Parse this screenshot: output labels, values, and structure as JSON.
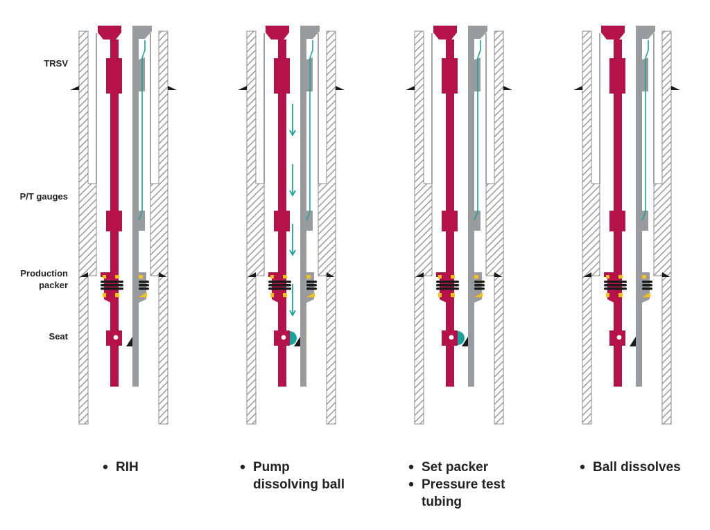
{
  "colors": {
    "tubing": "#b5124a",
    "casing": "#9a9b9e",
    "hatch": "#8b8b8b",
    "flow": "#1aa39a",
    "seal": "#f6c21a",
    "element": "#1a1a1a"
  },
  "side_labels": {
    "trsv": "TRSV",
    "gauges": "P/T gauges",
    "packer_line1": "Production",
    "packer_line2": "packer",
    "seat": "Seat"
  },
  "stages": [
    {
      "id": "rih",
      "lines": [
        "RIH"
      ],
      "ball": false,
      "arrows": false,
      "captions": [
        [
          "RIH"
        ]
      ]
    },
    {
      "id": "pump",
      "ball": true,
      "arrows": true,
      "captions": [
        [
          "Pump",
          "dissolving ball"
        ]
      ]
    },
    {
      "id": "set",
      "ball": true,
      "arrows": false,
      "captions": [
        [
          "Set packer"
        ],
        [
          "Pressure test",
          "tubing"
        ]
      ]
    },
    {
      "id": "dissolve",
      "ball": false,
      "arrows": false,
      "captions": [
        [
          "Ball dissolves"
        ]
      ]
    }
  ]
}
